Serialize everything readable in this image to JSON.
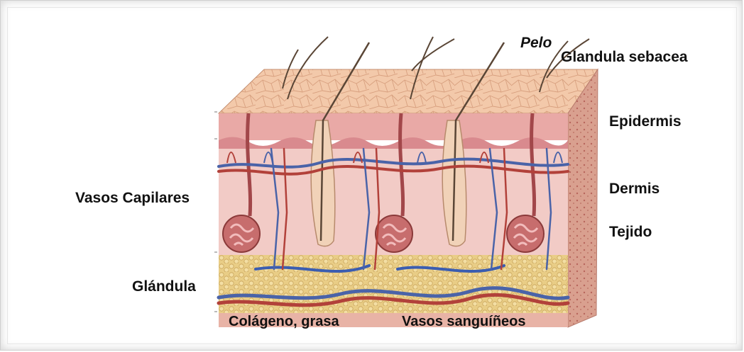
{
  "diagram": {
    "labels": {
      "pelo": "Pelo",
      "sebacea": "Glandula sebacea",
      "epidermis": "Epidermis",
      "dermis": "Dermis",
      "tejido": "Tejido",
      "vasos_capilares": "Vasos Capilares",
      "glandula": "Glándula",
      "colageno": "Colágeno, grasa",
      "vasos_sanguineos": "Vasos sanguíñeos"
    },
    "colors": {
      "epidermis_top": "#f2c7a8",
      "epidermis_layer": "#e8a7a3",
      "dermis": "#f1c9c4",
      "fat": "#e7c77f",
      "side": "#d79a8f",
      "vein_blue": "#4a63a8",
      "artery_red": "#b2413a",
      "hair": "#5a4636"
    }
  }
}
